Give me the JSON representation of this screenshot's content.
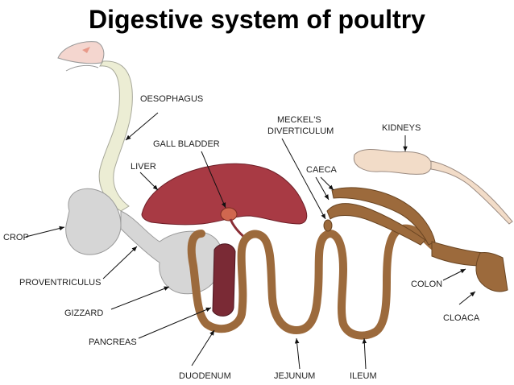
{
  "title": "Digestive system of poultry",
  "colors": {
    "gut_grey": "#d6d6d6",
    "oesophagus": "#ecedd4",
    "liver": "#a83a44",
    "intestine": "#9c6a3c",
    "kidney": "#f2dcc8",
    "pancreas": "#7a2a35",
    "gall_bladder": "#d0674f",
    "beak": "#f4d6cf"
  },
  "labels": {
    "oesophagus": "OESOPHAGUS",
    "meckels_line1": "MECKEL'S",
    "meckels_line2": "DIVERTICULUM",
    "kidneys": "KIDNEYS",
    "gall_bladder": "GALL BLADDER",
    "caeca": "CAECA",
    "liver": "LIVER",
    "crop": "CROP",
    "proventriculus": "PROVENTRICULUS",
    "colon": "COLON",
    "gizzard": "GIZZARD",
    "cloaca": "CLOACA",
    "pancreas": "PANCREAS",
    "duodenum": "DUODENUM",
    "jejunum": "JEJUNUM",
    "ileum": "ILEUM"
  }
}
